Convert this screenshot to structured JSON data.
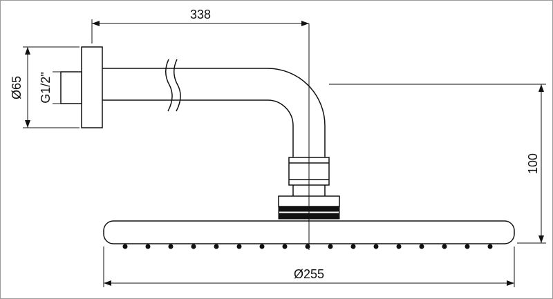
{
  "drawing": {
    "dim_arm_length": "338",
    "dim_flange_diameter": "Ø65",
    "dim_thread": "G1/2\"",
    "dim_drop_height": "100",
    "dim_head_diameter": "Ø255"
  }
}
